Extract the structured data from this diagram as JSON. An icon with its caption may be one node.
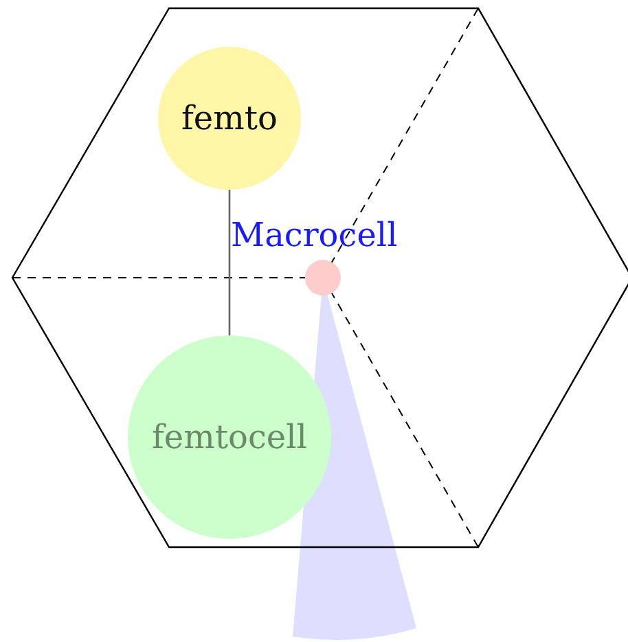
{
  "diagram": {
    "nodes": [
      {
        "text": [
          "femto"
        ]
      },
      {
        "text": [
          "femtocell"
        ]
      },
      {
        "text": [],
        "shape": "circle",
        "beside": [
          "Macrocell"
        ]
      }
    ],
    "edges": [
      {
        "from": 0,
        "to": 1,
        "arrow": "none"
      }
    ]
  }
}
